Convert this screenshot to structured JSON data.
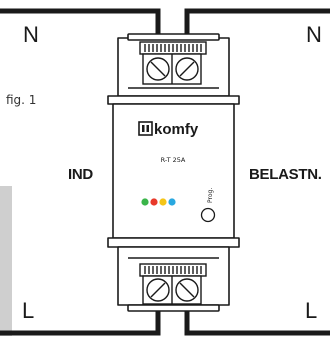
{
  "figure_label": "fig. 1",
  "terminals": {
    "top_left": "N",
    "top_right": "N",
    "bottom_left": "L",
    "bottom_right": "L"
  },
  "sides": {
    "input": "IND",
    "load": "BELASTN."
  },
  "device": {
    "brand": "komfy",
    "model": "R-T 25A",
    "prog_label": "Prog.",
    "leds": [
      {
        "name": "green",
        "color": "#3ab54a"
      },
      {
        "name": "red",
        "color": "#e8392a"
      },
      {
        "name": "yellow",
        "color": "#f5c518"
      },
      {
        "name": "blue",
        "color": "#29a8e0"
      }
    ]
  },
  "colors": {
    "wire": "#1a1a1a",
    "outline": "#1a1a1a",
    "side_bar": "#cfcfcf"
  }
}
